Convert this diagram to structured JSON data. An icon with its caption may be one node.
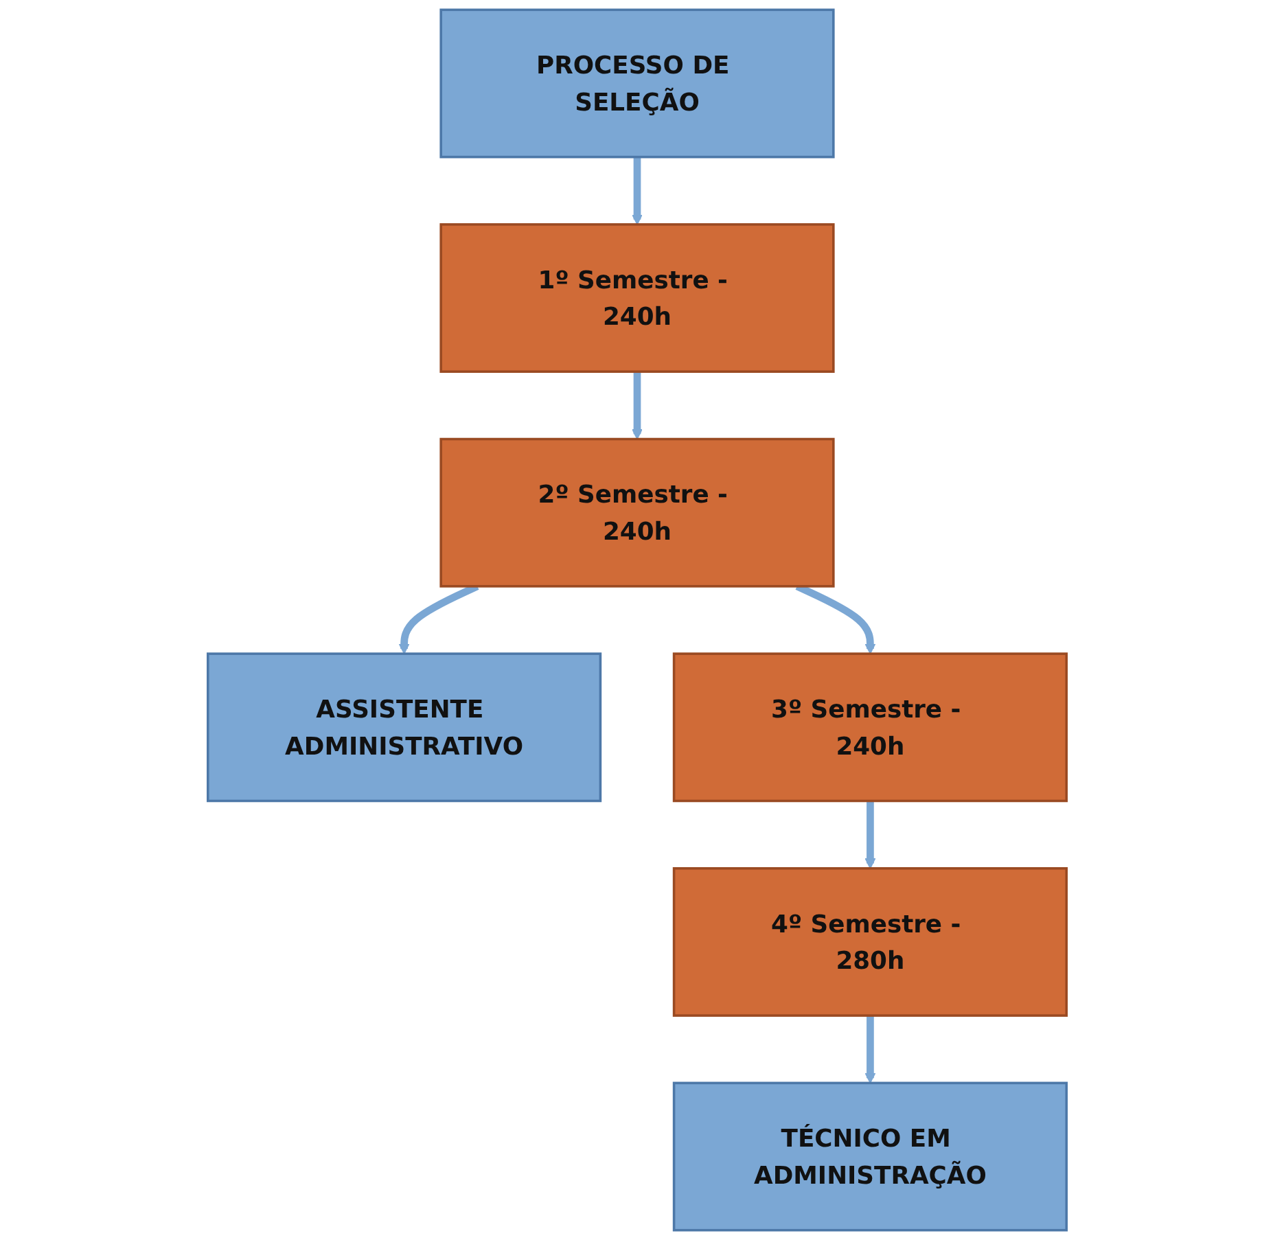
{
  "diagram": {
    "nodes": [
      {
        "text": [
          "PROCESSO DE SELEÇÃO"
        ]
      },
      {
        "text": [
          "1º Semestre - 240h"
        ]
      },
      {
        "text": [
          "2º Semestre - 240h"
        ]
      },
      {
        "text": [
          "ASSISTENTE ADMINISTRATIVO"
        ]
      },
      {
        "text": [
          "3º Semestre - 240h"
        ]
      },
      {
        "text": [
          "4º Semestre - 280h"
        ]
      },
      {
        "text": [
          "TÉCNICO EM ADMINISTRAÇÃO"
        ]
      }
    ],
    "edges": [
      {
        "from": 0,
        "to": 1,
        "arrow": "to"
      },
      {
        "from": 1,
        "to": 2,
        "arrow": "to"
      },
      {
        "from": 2,
        "to": 3,
        "arrow": "to"
      },
      {
        "from": 2,
        "to": 4,
        "arrow": "to"
      },
      {
        "from": 4,
        "to": 5,
        "arrow": "to"
      },
      {
        "from": 5,
        "to": 6,
        "arrow": "to"
      }
    ]
  }
}
